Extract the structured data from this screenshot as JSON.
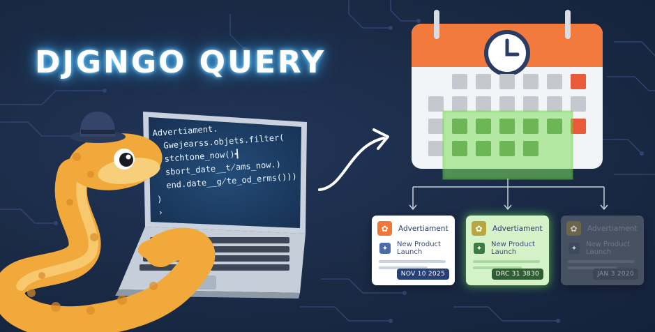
{
  "title": "DJGNGO QUERY",
  "code_lines": [
    "Advertiament.",
    "  Gwejearss.objets.filter(",
    "  stchtone_now()┫",
    "  sbort_date__t̸ams_now.)",
    "  end.date__g̸te_od_erms()))",
    ")",
    "›"
  ],
  "cards": [
    {
      "title": "Advertiament",
      "subtitle": "New Product Launch",
      "date": "NOV 10 2025"
    },
    {
      "title": "Advertiament",
      "subtitle": "New Product Launch",
      "date": "DRC 31 3830"
    },
    {
      "title": "Advertiament",
      "subtitle": "New Product Launch",
      "date": "JAN 3 2020"
    }
  ],
  "colors": {
    "background": "#1a2a45",
    "calendar_header": "#f27a3c",
    "highlight_green": "#6ee650",
    "title_glow": "#3fb4ff",
    "snake": "#f2a93b"
  },
  "icons": [
    "snake-mascot",
    "bowler-hat-icon",
    "laptop",
    "calendar-icon",
    "clock-icon",
    "curved-arrow-icon"
  ]
}
